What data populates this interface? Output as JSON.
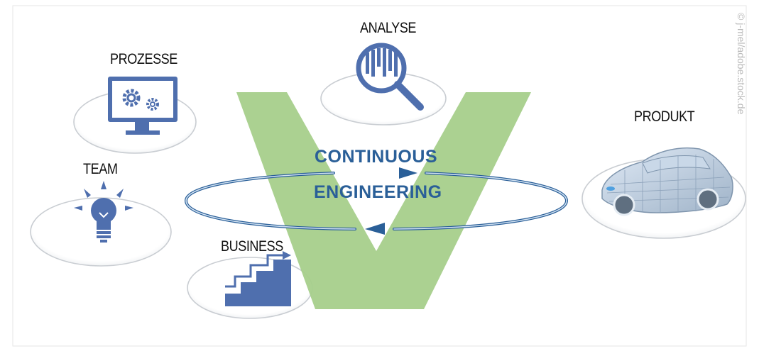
{
  "labels": {
    "analyse": "ANALYSE",
    "prozesse": "PROZESSE",
    "produkt": "PRODUKT",
    "team": "TEAM",
    "business": "BUSINESS"
  },
  "center": {
    "line1": "CONTINUOUS",
    "line2": "ENGINEERING"
  },
  "credit": "© j-mel/adobe.stock.de",
  "icons": [
    "monitor-gears-icon",
    "magnifier-chart-icon",
    "car-icon",
    "lightbulb-icon",
    "stairs-arrow-icon"
  ],
  "colors": {
    "v_shape": "#a7cf8b",
    "icon_blue": "#4f6fae",
    "cycle_blue": "#2a5f98",
    "text": "#111111",
    "plate_border": "#cfd3d8"
  }
}
